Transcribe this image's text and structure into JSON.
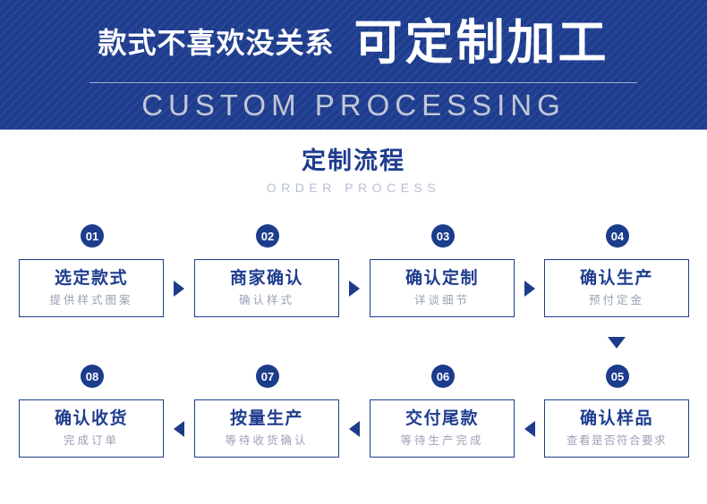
{
  "banner": {
    "sub_cn": "款式不喜欢没关系",
    "main_cn": "可定制加工",
    "en": "CUSTOM PROCESSING",
    "bg_color": "#1f3d8f",
    "text_color": "#ffffff",
    "en_color": "#c2c8d6"
  },
  "section": {
    "title_cn": "定制流程",
    "title_en": "ORDER PROCESS",
    "title_color": "#1f3d8f",
    "title_en_color": "#b8bfd2"
  },
  "flow": {
    "accent_color": "#1f3d8f",
    "badge_color": "#1c3c8c",
    "subtitle_color": "#9aa1b4",
    "row1": [
      {
        "badge": "01",
        "title": "选定款式",
        "sub": "提供样式图案"
      },
      {
        "badge": "02",
        "title": "商家确认",
        "sub": "确认样式"
      },
      {
        "badge": "03",
        "title": "确认定制",
        "sub": "详谈细节"
      },
      {
        "badge": "04",
        "title": "确认生产",
        "sub": "预付定金"
      }
    ],
    "row2": [
      {
        "badge": "08",
        "title": "确认收货",
        "sub": "完成订单"
      },
      {
        "badge": "07",
        "title": "按量生产",
        "sub": "等待收货确认"
      },
      {
        "badge": "06",
        "title": "交付尾款",
        "sub": "等待生产完成"
      },
      {
        "badge": "05",
        "title": "确认样品",
        "sub": "查看是否符合要求"
      }
    ],
    "arrows": {
      "row1_direction": "right",
      "row2_direction": "left",
      "connector_direction": "down"
    }
  }
}
